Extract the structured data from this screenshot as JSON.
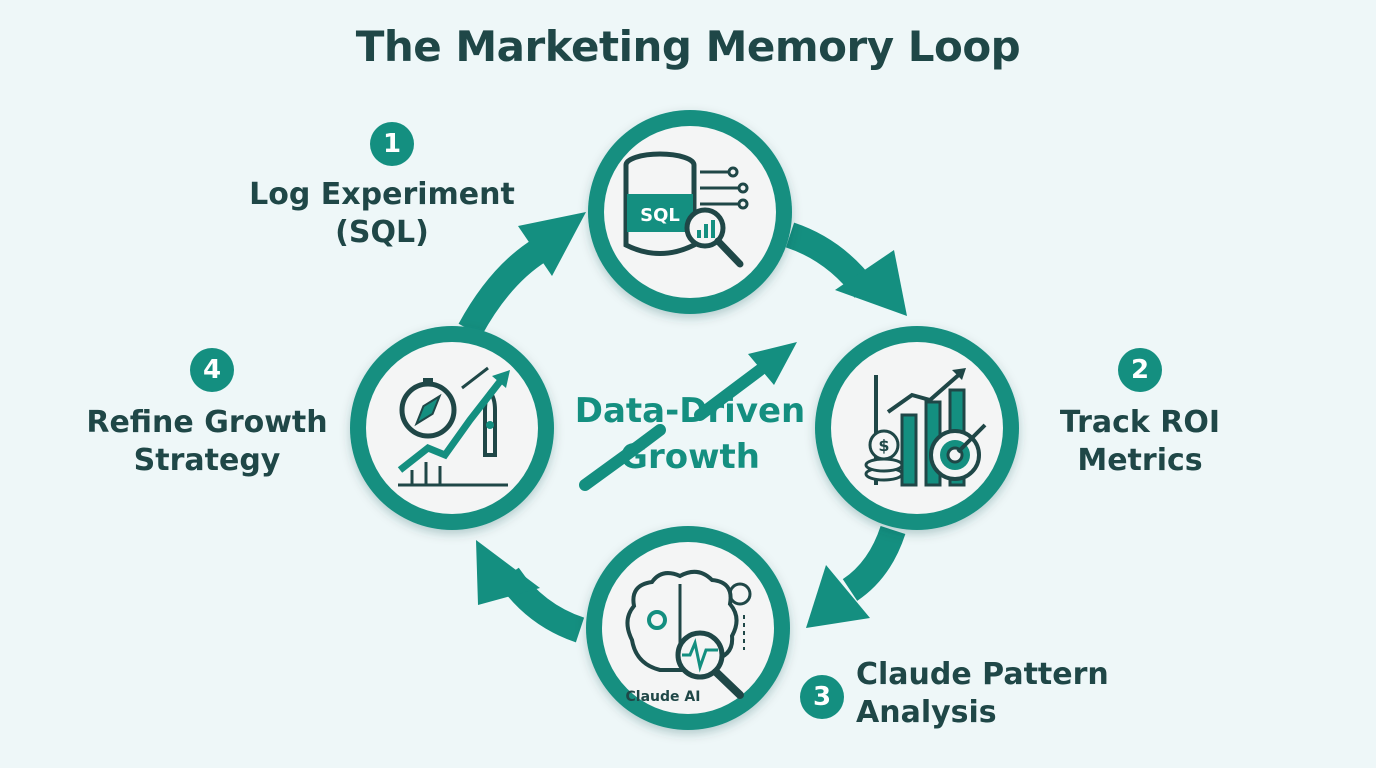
{
  "title": "The Marketing Memory Loop",
  "center": {
    "line1": "Data-Driven",
    "line2": "Growth"
  },
  "steps": [
    {
      "number": "1",
      "line1": "Log Experiment",
      "line2": "(SQL)",
      "icon": "database-sql-icon",
      "icon_text": "SQL"
    },
    {
      "number": "2",
      "line1": "Track ROI",
      "line2": "Metrics",
      "icon": "roi-chart-target-icon"
    },
    {
      "number": "3",
      "line1": "Claude Pattern",
      "line2": "Analysis",
      "icon": "ai-brain-analysis-icon",
      "icon_text": "Claude AI"
    },
    {
      "number": "4",
      "line1": "Refine Growth",
      "line2": "Strategy",
      "icon": "compass-rocket-icon"
    }
  ],
  "colors": {
    "accent": "#148f80",
    "text": "#1f4747",
    "background": "#eef7f8",
    "node_fill": "#f4f5f5"
  }
}
